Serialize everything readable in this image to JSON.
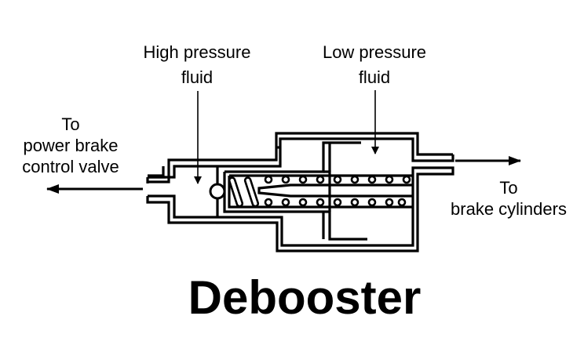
{
  "diagram": {
    "title": "Debooster",
    "labels": {
      "high_pressure": [
        "High pressure",
        "fluid"
      ],
      "low_pressure": [
        "Low pressure",
        "fluid"
      ],
      "to_control_valve": [
        "To",
        "power brake",
        "control valve"
      ],
      "to_brake_cylinders": [
        "To",
        "brake cylinders"
      ]
    },
    "components": [
      "housing",
      "check-ball",
      "piston",
      "spring",
      "inlet-port",
      "outlet-port"
    ],
    "colors": {
      "ink": "#000000",
      "background": "#ffffff"
    }
  }
}
